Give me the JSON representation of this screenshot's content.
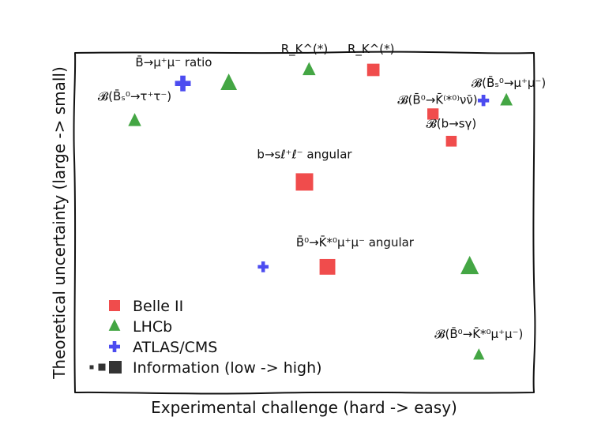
{
  "chart_data": {
    "type": "scatter",
    "xlabel": "Experimental challenge (hard -> easy)",
    "ylabel": "Theoretical uncertainty (large -> small)",
    "colors": {
      "Belle II": "#ee3333",
      "LHCb": "#2a9a2a",
      "ATLAS/CMS": "#3333ee"
    },
    "legend": {
      "placement": "lower-left",
      "entries": [
        "Belle II",
        "LHCb",
        "ATLAS/CMS"
      ],
      "size_entry": "Information (low -> high)"
    },
    "points": [
      {
        "series": "ATLAS/CMS",
        "x": 0.235,
        "y": 0.91,
        "info": 0.85
      },
      {
        "series": "LHCb",
        "x": 0.335,
        "y": 0.91,
        "info": 0.85
      },
      {
        "series": "LHCb",
        "x": 0.13,
        "y": 0.8,
        "info": 0.55
      },
      {
        "series": "LHCb",
        "x": 0.51,
        "y": 0.95,
        "info": 0.55
      },
      {
        "series": "Belle II",
        "x": 0.65,
        "y": 0.95,
        "info": 0.55
      },
      {
        "series": "ATLAS/CMS",
        "x": 0.89,
        "y": 0.86,
        "info": 0.45
      },
      {
        "series": "LHCb",
        "x": 0.94,
        "y": 0.86,
        "info": 0.5
      },
      {
        "series": "Belle II",
        "x": 0.78,
        "y": 0.82,
        "info": 0.45
      },
      {
        "series": "Belle II",
        "x": 0.82,
        "y": 0.74,
        "info": 0.4
      },
      {
        "series": "Belle II",
        "x": 0.5,
        "y": 0.62,
        "info": 1.0
      },
      {
        "series": "ATLAS/CMS",
        "x": 0.41,
        "y": 0.37,
        "info": 0.4
      },
      {
        "series": "Belle II",
        "x": 0.55,
        "y": 0.37,
        "info": 0.85
      },
      {
        "series": "LHCb",
        "x": 0.86,
        "y": 0.37,
        "info": 1.0
      },
      {
        "series": "LHCb",
        "x": 0.88,
        "y": 0.11,
        "info": 0.4
      }
    ],
    "annotations": [
      {
        "text": "B̄→μ⁺μ⁻ ratio",
        "x": 0.215,
        "y": 0.96
      },
      {
        "text": "𝓑(B̄ₛ⁰→τ⁺τ⁻)",
        "x": 0.13,
        "y": 0.86
      },
      {
        "text": "R_K^(*)",
        "x": 0.5,
        "y": 1.0
      },
      {
        "text": "R_K^(*)",
        "x": 0.645,
        "y": 1.0
      },
      {
        "text": "𝓑(B̄ₛ⁰→μ⁺μ⁻)",
        "x": 0.945,
        "y": 0.9
      },
      {
        "text": "𝓑(B̄⁰→K̄⁽*⁰⁾νν̄)",
        "x": 0.79,
        "y": 0.85
      },
      {
        "text": "𝓑(b→sγ)",
        "x": 0.82,
        "y": 0.78
      },
      {
        "text": "b→sℓ⁺ℓ⁻ angular",
        "x": 0.5,
        "y": 0.69
      },
      {
        "text": "B̄⁰→K̄*⁰μ⁺μ⁻ angular",
        "x": 0.61,
        "y": 0.43
      },
      {
        "text": "𝓑(B̄⁰→K̄*⁰μ⁺μ⁻)",
        "x": 0.88,
        "y": 0.16
      }
    ]
  }
}
